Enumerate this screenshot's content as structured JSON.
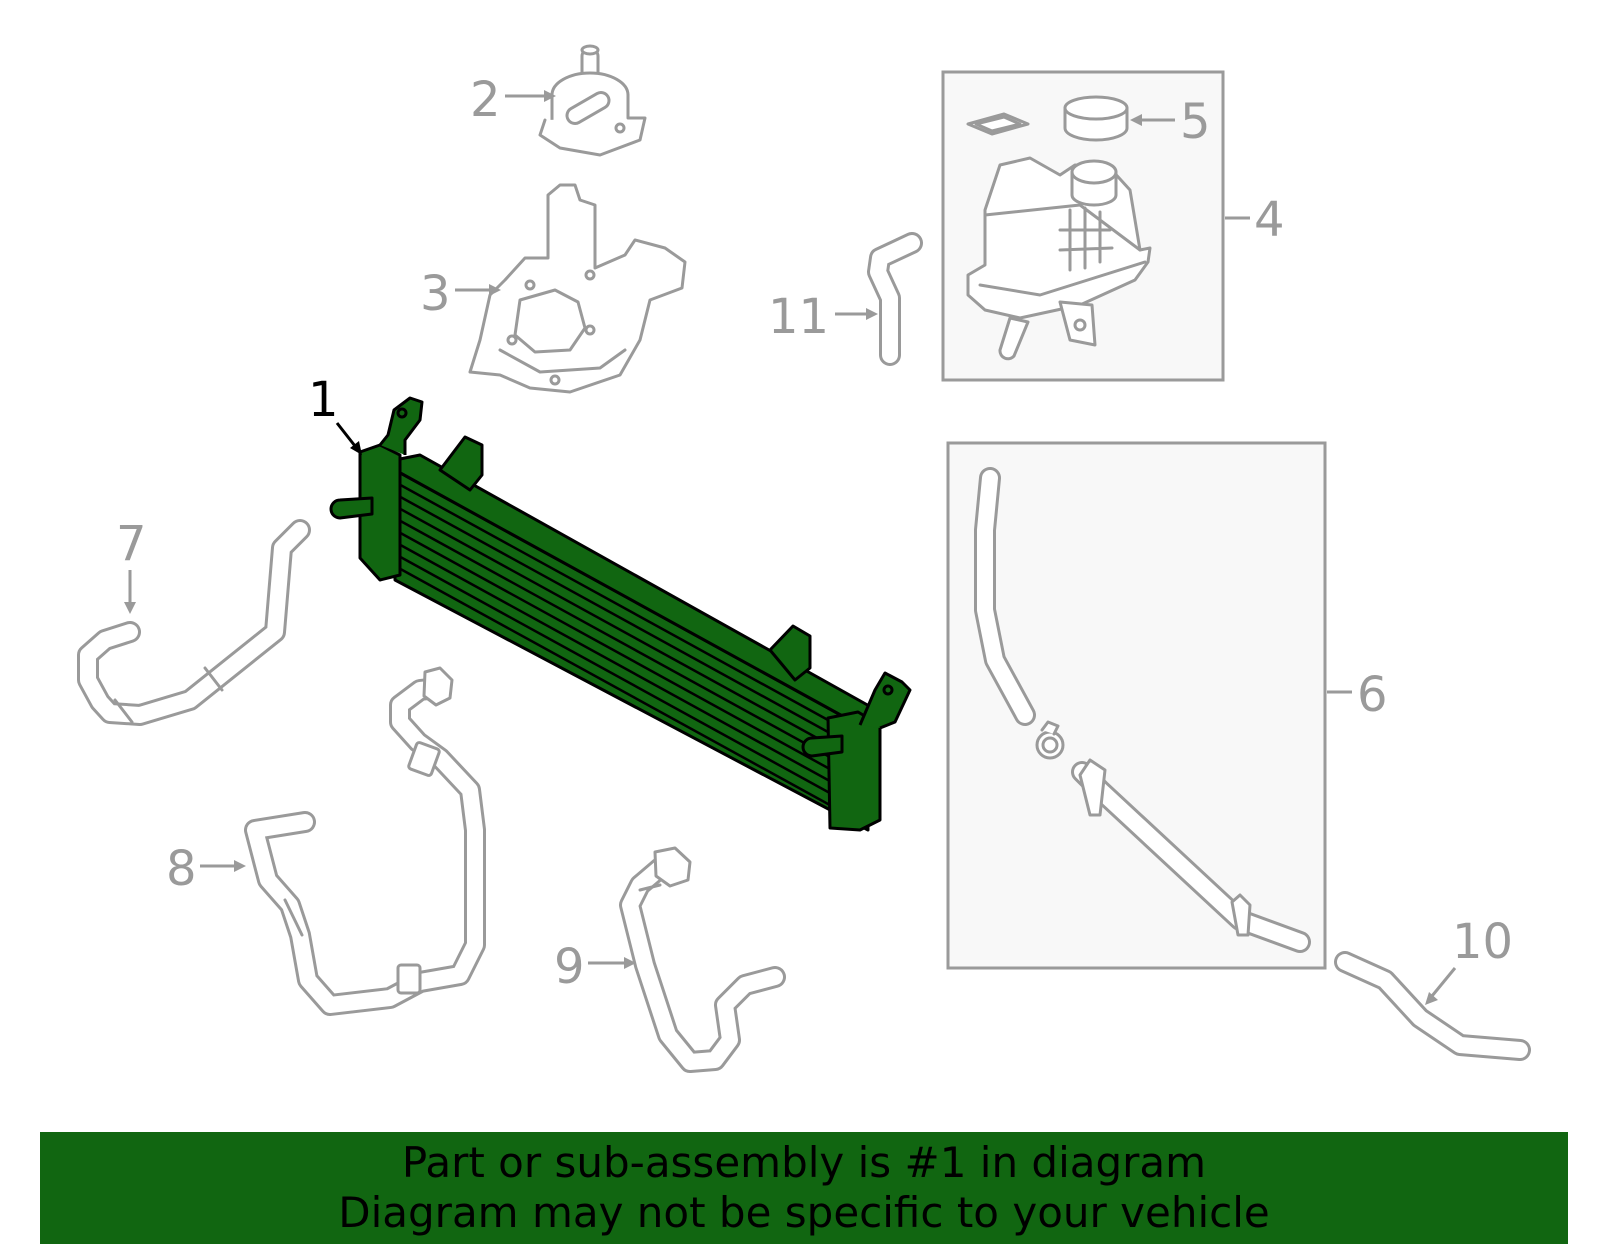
{
  "callouts": {
    "c1": "1",
    "c2": "2",
    "c3": "3",
    "c4": "4",
    "c5": "5",
    "c6": "6",
    "c7": "7",
    "c8": "8",
    "c9": "9",
    "c10": "10",
    "c11": "11"
  },
  "banner": {
    "line1": "Part or sub-assembly is #1 in diagram",
    "line2": "Diagram may not be specific to your vehicle"
  },
  "colors": {
    "highlight": "#116611",
    "line_gray": "#9a9a9a",
    "group_box_fill": "#f8f8f8"
  }
}
